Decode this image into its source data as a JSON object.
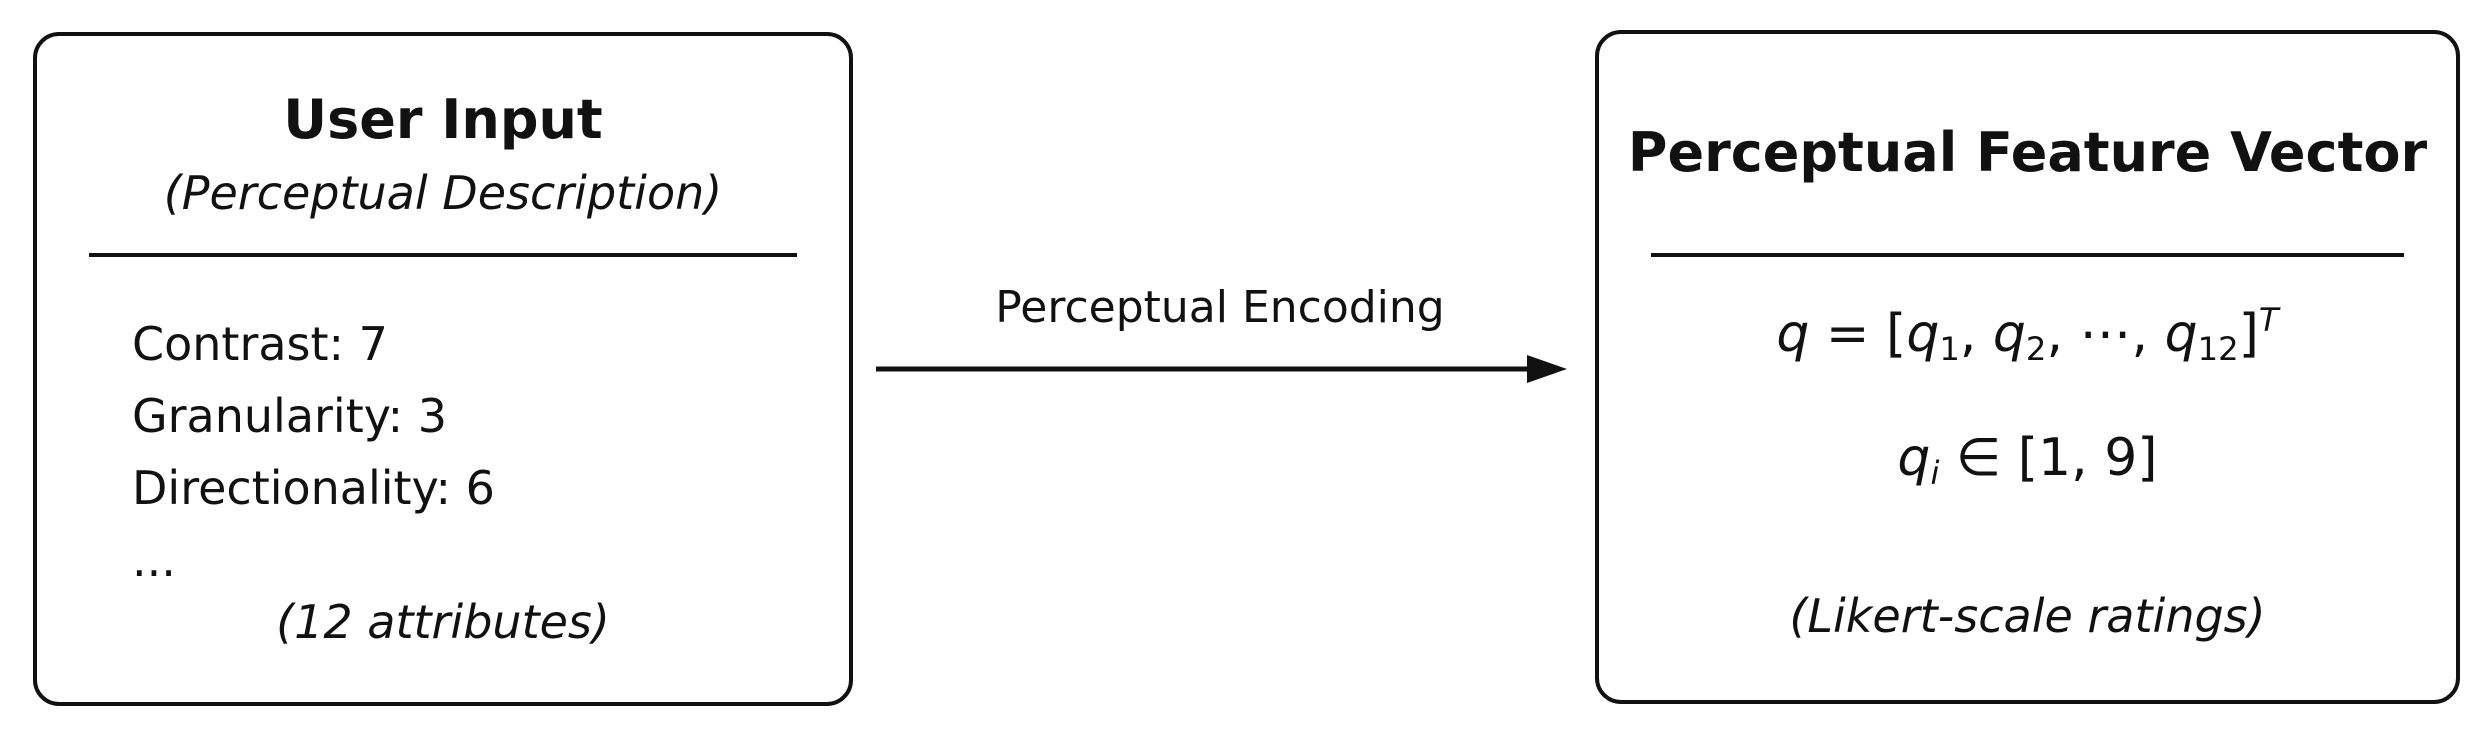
{
  "left_box": {
    "title": "User Input",
    "subtitle": "(Perceptual Description)",
    "attributes": [
      "Contrast: 7",
      "Granularity: 3",
      "Directionality: 6",
      "..."
    ],
    "note": "(12 attributes)"
  },
  "arrow": {
    "label": "Perceptual Encoding",
    "direction": "right"
  },
  "right_box": {
    "title": "Perceptual Feature Vector",
    "formula_vector": {
      "text": "q = [q₁, q₂, ⋯, q₁₂]ᵀ",
      "tokens": [
        {
          "text": "q",
          "italic": true
        },
        {
          "text": " = [",
          "italic": false
        },
        {
          "text": "q",
          "italic": true
        },
        {
          "text": "1",
          "sub": true
        },
        {
          "text": ", ",
          "italic": false
        },
        {
          "text": "q",
          "italic": true
        },
        {
          "text": "2",
          "sub": true
        },
        {
          "text": ", ⋯, ",
          "italic": false
        },
        {
          "text": "q",
          "italic": true
        },
        {
          "text": "12",
          "sub": true
        },
        {
          "text": "]",
          "italic": false
        },
        {
          "text": "T",
          "sup": true,
          "italic": true
        }
      ]
    },
    "formula_range": {
      "text": "qᵢ ∈ [1, 9]",
      "tokens": [
        {
          "text": "q",
          "italic": true
        },
        {
          "text": "i",
          "sub": true,
          "italic": true
        },
        {
          "text": " ∈ [1, 9]",
          "italic": false
        }
      ]
    },
    "note": "(Likert-scale ratings)"
  },
  "colors": {
    "ink": "#111111",
    "background": "#ffffff"
  }
}
